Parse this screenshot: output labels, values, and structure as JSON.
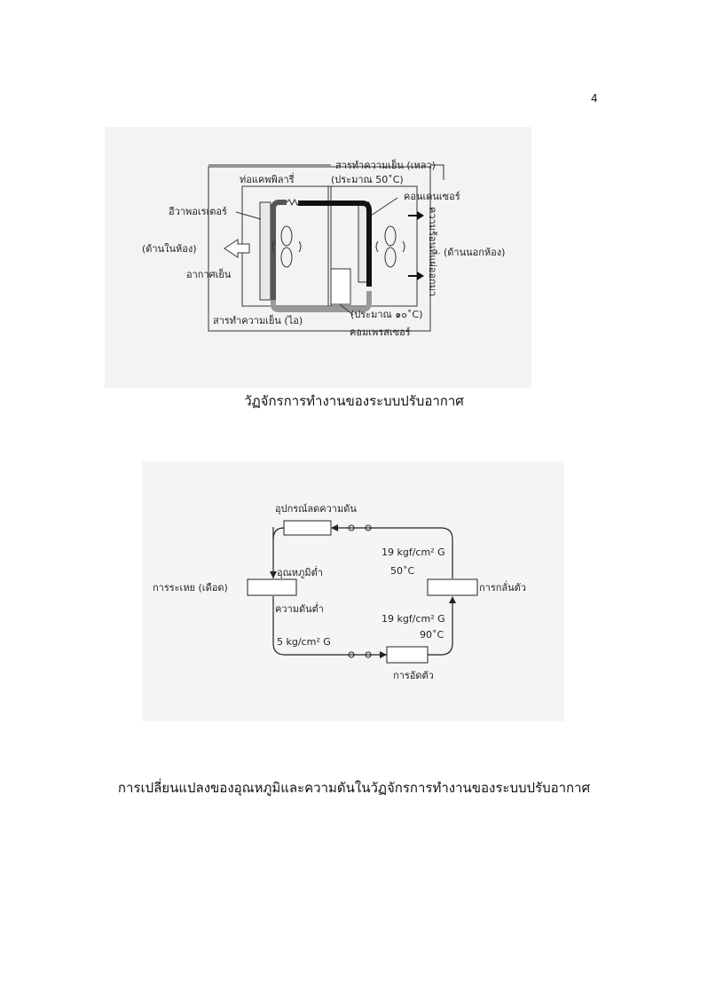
{
  "page_number": "4",
  "figure1": {
    "label_refrigerant_liquid": "สารทำความเย็น (เหลว)",
    "label_capillary": "ท่อแคพพิลารี่",
    "label_temp_50": "(ประมาณ 50˚C)",
    "label_condenser": "คอนเดนเซอร์",
    "label_evaporator": "อีวาพอเรเตอร์",
    "label_indoor": "(ด้านในห้อง)",
    "label_outdoor": "(ด้านนอกห้อง)",
    "label_cool_air": "อากาศเย็น",
    "label_heat_out": "ความร้อนที่แผ่ออกมา",
    "label_refrigerant_vapor": "สารทำความเย็น (ไอ)",
    "label_temp_90": "(ประมาณ ๑๐˚C)",
    "label_compressor": "คอมเพรสเซอร์"
  },
  "caption1": "วัฏจักรการทำงานของระบบปรับอากาศ",
  "figure2": {
    "label_expansion": "อุปกรณ์ลดความดัน",
    "label_low_temp": "อุณหภูมิต่ำ",
    "label_evaporation": "การระเหย (เดือด)",
    "label_low_pressure": "ความดันต่ำ",
    "label_low_pressure_value": "5 kg/cm² G",
    "label_high_pressure_top": "19 kgf/cm² G",
    "label_temp_top": "50˚C",
    "label_condensation": "การกลั่นตัว",
    "label_high_pressure_bottom": "19 kgf/cm² G",
    "label_temp_bottom": "90˚C",
    "label_compression": "การอัดตัว"
  },
  "caption2": "การเปลี่ยนแปลงของอุณหภูมิและความดันในวัฏจักรการทำงานของระบบปรับอากาศ"
}
